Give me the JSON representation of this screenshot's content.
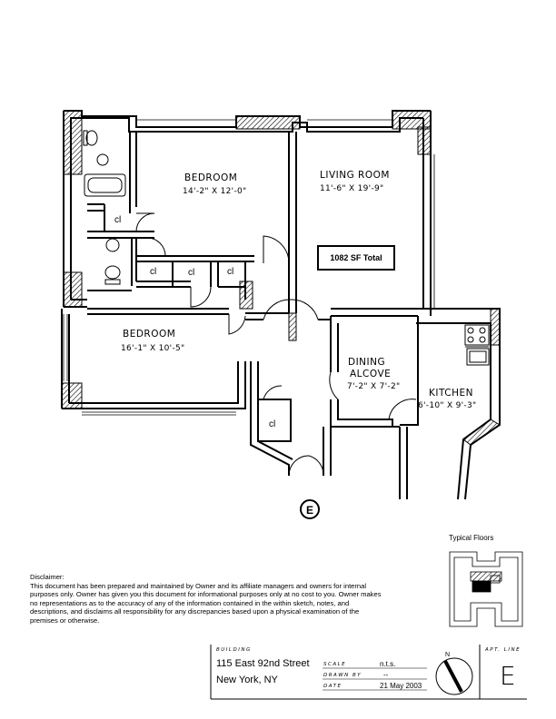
{
  "rooms": {
    "bedroom1": {
      "name": "BEDROOM",
      "dims": "14'-2\" X 12'-0\""
    },
    "living": {
      "name": "LIVING ROOM",
      "dims": "11'-6\" X 19'-9\""
    },
    "bedroom2": {
      "name": "BEDROOM",
      "dims": "16'-1\" X 10'-5\""
    },
    "dining": {
      "name_line1": "DINING",
      "name_line2": "ALCOVE",
      "dims": "7'-2\" X 7'-2\""
    },
    "kitchen": {
      "name": "KITCHEN",
      "dims": "6'-10\" X 9'-3\""
    }
  },
  "closets": {
    "label": "cl"
  },
  "total_sf": "1082 SF Total",
  "entry_marker": "E",
  "typical_floors": "Typical Floors",
  "disclaimer": {
    "heading": "Disclaimer:",
    "body": "This document has been prepared and maintained by Owner and its affiliate managers and owners for internal purposes only. Owner has given you this document for informational purposes only at no cost to you. Owner makes no representations as to the accuracy of any of the information contained in the within sketch, notes, and descriptions, and disclaims all responsibility for any discrepancies based upon a physical examination of the premises or otherwise."
  },
  "title_block": {
    "building_label": "BUILDING",
    "address_line1": "115 East 92nd Street",
    "address_line2": "New York, NY",
    "scale_label": "SCALE",
    "scale_value": "n.t.s.",
    "drawn_by_label": "DRAWN BY",
    "drawn_by_value": "--",
    "date_label": "DATE",
    "date_value": "21 May 2003",
    "north_label": "N",
    "apt_line_label": "APT. LINE",
    "apt_line_value": "E"
  }
}
